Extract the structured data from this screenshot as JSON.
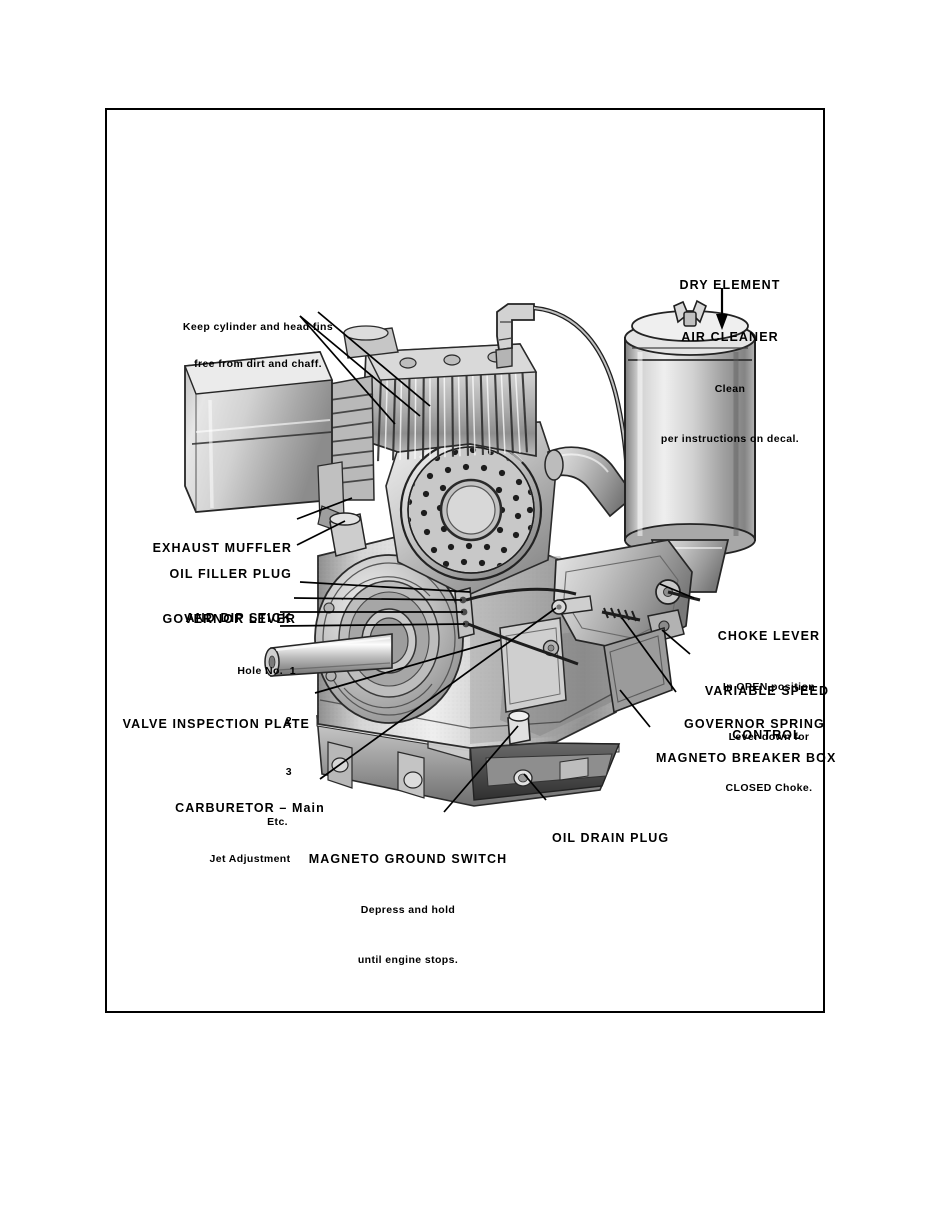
{
  "document": {
    "type": "illustrated-parts-diagram",
    "subject": "Single cylinder air-cooled engine, controls and service points",
    "background_color": "#ffffff",
    "frame_color": "#000000"
  },
  "callouts": [
    {
      "id": "keep-fins-clean",
      "title": "Keep cylinder and head fins",
      "lines": [
        "Keep cylinder and head fins",
        "free from dirt and chaff."
      ],
      "align": "center",
      "style": "sub"
    },
    {
      "id": "dry-element-air-cleaner",
      "title": "DRY ELEMENT",
      "lines": [
        "DRY ELEMENT",
        "AIR CLEANER"
      ],
      "sub_lines": [
        "Clean",
        "per instructions on decal."
      ],
      "align": "center",
      "style": "head"
    },
    {
      "id": "exhaust-muffler",
      "title": "EXHAUST MUFFLER",
      "lines": [
        "EXHAUST MUFFLER"
      ],
      "align": "right",
      "style": "head"
    },
    {
      "id": "oil-filler-plug",
      "title": "OIL FILLER PLUG",
      "lines": [
        "OIL FILLER PLUG",
        "AND DIP STICK"
      ],
      "align": "right",
      "style": "head"
    },
    {
      "id": "governor-lever",
      "title": "GOVERNOR LEVER",
      "lines": [
        "GOVERNOR LEVER"
      ],
      "hole_lines": [
        "Hole No.  1",
        "2",
        "3",
        "Etc."
      ],
      "align": "right",
      "style": "head"
    },
    {
      "id": "valve-inspection-plate",
      "title": "VALVE INSPECTION PLATE",
      "lines": [
        "VALVE INSPECTION PLATE"
      ],
      "align": "right",
      "style": "head"
    },
    {
      "id": "carburetor",
      "title": "CARBURETOR – Main",
      "lines": [
        "CARBURETOR – Main"
      ],
      "sub_lines": [
        "Jet Adjustment"
      ],
      "align": "center",
      "style": "head"
    },
    {
      "id": "magneto-ground-switch",
      "title": "MAGNETO GROUND SWITCH",
      "lines": [
        "MAGNETO GROUND SWITCH"
      ],
      "sub_lines": [
        "Depress and hold",
        "until engine stops."
      ],
      "align": "center",
      "style": "head"
    },
    {
      "id": "oil-drain-plug",
      "title": "OIL DRAIN PLUG",
      "lines": [
        "OIL DRAIN PLUG"
      ],
      "align": "left",
      "style": "head"
    },
    {
      "id": "choke-lever",
      "title": "CHOKE LEVER",
      "lines": [
        "CHOKE LEVER"
      ],
      "sub_lines": [
        "In OPEN position",
        "Lever down for",
        "CLOSED Choke."
      ],
      "align": "center",
      "style": "head"
    },
    {
      "id": "variable-speed-control",
      "title": "VARIABLE SPEED",
      "lines": [
        "VARIABLE SPEED",
        "CONTROL"
      ],
      "align": "center",
      "style": "head"
    },
    {
      "id": "governor-spring",
      "title": "GOVERNOR SPRING",
      "lines": [
        "GOVERNOR SPRING"
      ],
      "align": "left",
      "style": "head"
    },
    {
      "id": "magneto-breaker-box",
      "title": "MAGNETO BREAKER BOX",
      "lines": [
        "MAGNETO BREAKER BOX"
      ],
      "align": "left",
      "style": "head"
    }
  ],
  "text": {
    "keep_fins_l1": "Keep cylinder and head fins",
    "keep_fins_l2": "free from dirt and chaff.",
    "air_cleaner_l1": "DRY ELEMENT",
    "air_cleaner_l2": "AIR CLEANER",
    "air_cleaner_l3": "Clean",
    "air_cleaner_l4": "per instructions on decal.",
    "exhaust_muffler": "EXHAUST MUFFLER",
    "oil_filler_l1": "OIL FILLER PLUG",
    "oil_filler_l2": "AND DIP STICK",
    "governor_lever": "GOVERNOR LEVER",
    "hole_no_1": "Hole No.  1",
    "hole_no_2": "2",
    "hole_no_3": "3",
    "hole_no_etc": "Etc.",
    "valve_inspection_plate": "VALVE INSPECTION PLATE",
    "carburetor_l1": "CARBURETOR – Main",
    "carburetor_l2": "Jet Adjustment",
    "magneto_ground_l1": "MAGNETO GROUND SWITCH",
    "magneto_ground_l2": "Depress and hold",
    "magneto_ground_l3": "until engine stops.",
    "oil_drain_plug": "OIL DRAIN PLUG",
    "choke_l1": "CHOKE LEVER",
    "choke_l2": "In OPEN position",
    "choke_l3": "Lever down for",
    "choke_l4": "CLOSED Choke.",
    "variable_speed_l1": "VARIABLE SPEED",
    "variable_speed_l2": "CONTROL",
    "governor_spring": "GOVERNOR SPRING",
    "magneto_breaker_box": "MAGNETO BREAKER BOX"
  }
}
